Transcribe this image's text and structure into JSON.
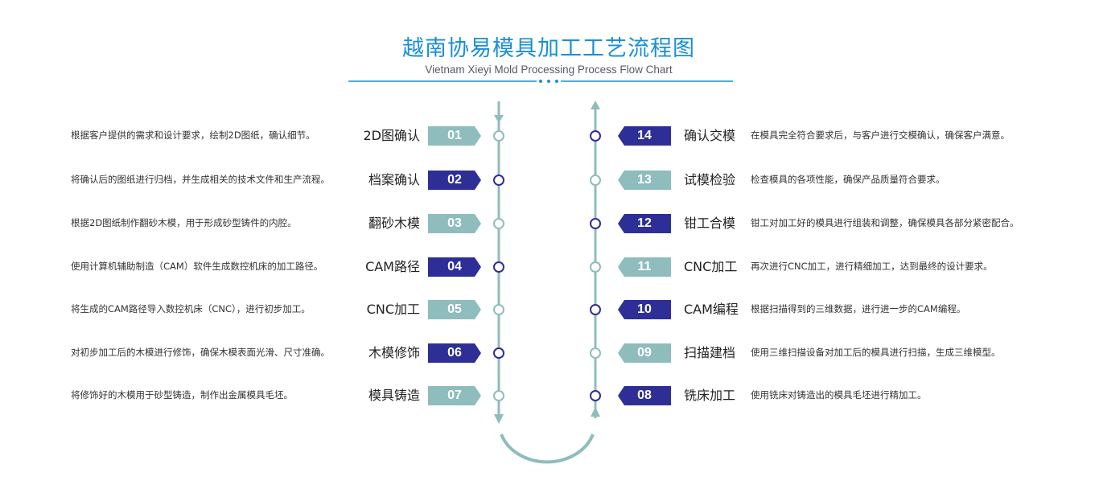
{
  "title": "越南协易模具加工工艺流程图",
  "subtitle": "Vietnam Xieyi Mold Processing Process Flow Chart",
  "colors": {
    "title": "#1a8fd6",
    "teal": "#8fbcbd",
    "navy": "#2e2f96",
    "line": "#8fbcbd"
  },
  "steps": [
    {
      "num": "01",
      "label": "2D图确认",
      "desc": "根据客户提供的需求和设计要求，绘制2D图纸，确认细节。",
      "style": "teal"
    },
    {
      "num": "02",
      "label": "档案确认",
      "desc": "将确认后的图纸进行归档，并生成相关的技术文件和生产流程。",
      "style": "navy"
    },
    {
      "num": "03",
      "label": "翻砂木模",
      "desc": "根据2D图纸制作翻砂木模，用于形成砂型铸件的内腔。",
      "style": "teal"
    },
    {
      "num": "04",
      "label": "CAM路径",
      "desc": "使用计算机辅助制造（CAM）软件生成数控机床的加工路径。",
      "style": "navy"
    },
    {
      "num": "05",
      "label": "CNC加工",
      "desc": "将生成的CAM路径导入数控机床（CNC），进行初步加工。",
      "style": "teal"
    },
    {
      "num": "06",
      "label": "木模修饰",
      "desc": "对初步加工后的木模进行修饰，确保木模表面光滑、尺寸准确。",
      "style": "navy"
    },
    {
      "num": "07",
      "label": "模具铸造",
      "desc": "将修饰好的木模用于砂型铸造，制作出金属模具毛坯。",
      "style": "teal"
    },
    {
      "num": "08",
      "label": "铣床加工",
      "desc": "使用铣床对铸造出的模具毛坯进行精加工。",
      "style": "navy"
    },
    {
      "num": "09",
      "label": "扫描建档",
      "desc": "使用三维扫描设备对加工后的模具进行扫描，生成三维模型。",
      "style": "teal"
    },
    {
      "num": "10",
      "label": "CAM编程",
      "desc": "根据扫描得到的三维数据，进行进一步的CAM编程。",
      "style": "navy"
    },
    {
      "num": "11",
      "label": "CNC加工",
      "desc": "再次进行CNC加工，进行精细加工，达到最终的设计要求。",
      "style": "teal"
    },
    {
      "num": "12",
      "label": "钳工合模",
      "desc": "钳工对加工好的模具进行组装和调整，确保模具各部分紧密配合。",
      "style": "navy"
    },
    {
      "num": "13",
      "label": "试模检验",
      "desc": "检查模具的各项性能，确保产品质量符合要求。",
      "style": "teal"
    },
    {
      "num": "14",
      "label": "确认交模",
      "desc": "在模具完全符合要求后，与客户进行交模确认，确保客户满意。",
      "style": "navy"
    }
  ]
}
